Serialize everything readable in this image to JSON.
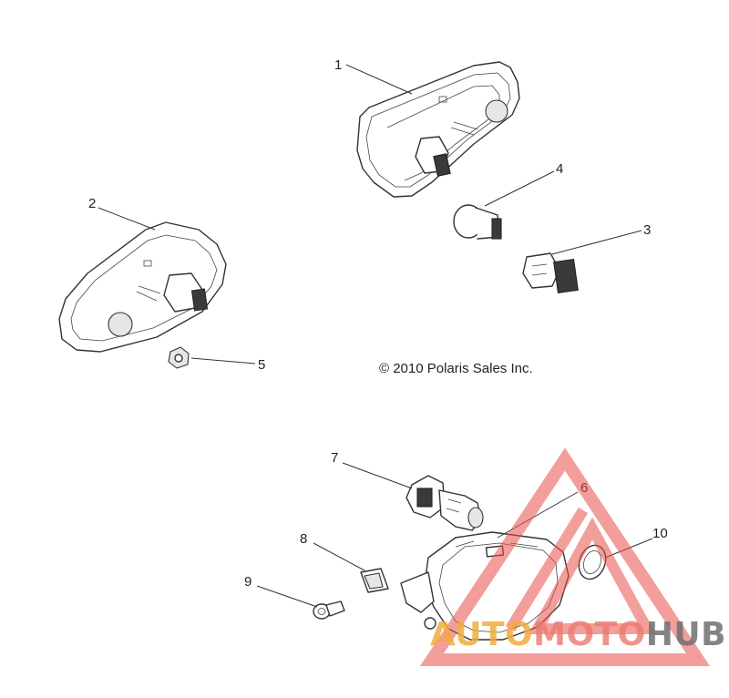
{
  "diagram": {
    "callouts": [
      "1",
      "2",
      "3",
      "4",
      "5",
      "6",
      "7",
      "8",
      "9",
      "10"
    ],
    "copyright": "© 2010 Polaris Sales Inc.",
    "watermark": {
      "part_a": "AUTO",
      "part_b": "MOTO",
      "part_c": "HUB",
      "color_triangle": "#e8504a",
      "color_auto": "#f2aa3c",
      "color_hub": "#6e6e6e"
    }
  }
}
